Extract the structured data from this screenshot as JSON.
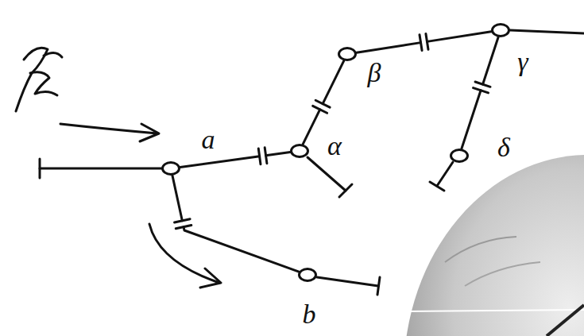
{
  "diagram": {
    "nodes": [
      {
        "text": [
          "a"
        ]
      },
      {
        "text": [
          "α"
        ]
      },
      {
        "text": [
          "β"
        ]
      },
      {
        "text": [
          "γ"
        ]
      },
      {
        "text": [
          "δ"
        ]
      },
      {
        "text": [
          "b"
        ]
      }
    ],
    "edges": [
      {
        "from": 0,
        "to": 1,
        "arrow": "none"
      },
      {
        "from": 1,
        "to": 2,
        "arrow": "none"
      },
      {
        "from": 2,
        "to": 3,
        "arrow": "none"
      },
      {
        "from": 3,
        "to": 4,
        "arrow": "none"
      },
      {
        "from": 0,
        "to": 5,
        "arrow": "none"
      }
    ]
  }
}
